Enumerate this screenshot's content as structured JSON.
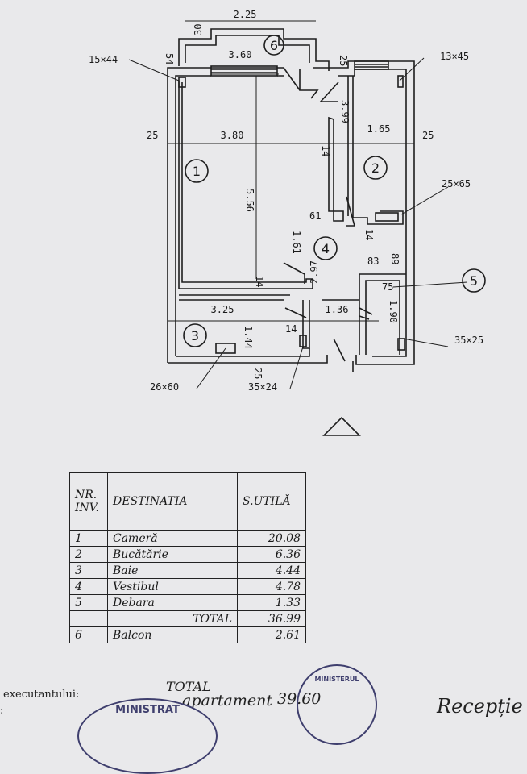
{
  "plan": {
    "dimensions": {
      "balcony_width": "2.25",
      "balcony_depth": "30",
      "wall_54": "54",
      "room1_top_width": "3.60",
      "corridor_25_top": "25",
      "vent_1": "15×44",
      "vent_2": "13×45",
      "left_25": "25",
      "room1_width": "3.80",
      "room2_width": "1.65",
      "right_25": "25",
      "corridor_length": "3.99",
      "wall_14_a": "14",
      "room1_length": "5.56",
      "vent_3": "25×65",
      "wall_61": "61",
      "vestibul_161": "1.61",
      "wall_14_b": "14",
      "vestibul_297": "2.97",
      "wall_83": "83",
      "wall_89": "89",
      "wall_14_c": "14",
      "debara_75": "75",
      "bath_width": "3.25",
      "vestibul_136": "1.36",
      "bath_length": "1.44",
      "wall_14_d": "14",
      "debara_190": "1.90",
      "bottom_25": "25",
      "vent_4": "26×60",
      "vent_5": "35×24",
      "vent_6": "35×25"
    },
    "rooms": [
      "1",
      "2",
      "3",
      "4",
      "5",
      "6"
    ]
  },
  "table": {
    "header_nr": "NR.",
    "header_inv": "INV.",
    "header_destinatia": "DESTINATIA",
    "header_sutila": "S.UTILĂ",
    "rows": [
      {
        "nr": "1",
        "name": "Cameră",
        "area": "20.08"
      },
      {
        "nr": "2",
        "name": "Bucătărie",
        "area": "6.36"
      },
      {
        "nr": "3",
        "name": "Baie",
        "area": "4.44"
      },
      {
        "nr": "4",
        "name": "Vestibul",
        "area": "4.78"
      },
      {
        "nr": "5",
        "name": "Debara",
        "area": "1.33"
      }
    ],
    "total_label": "TOTAL",
    "total_area": "36.99",
    "balcony": {
      "nr": "6",
      "name": "Balcon",
      "area": "2.61"
    }
  },
  "footer": {
    "total_label": "TOTAL",
    "apartament_label": "apartament",
    "apartament_total": "39.60",
    "executant": "executantului:",
    "colon": ":",
    "receptie": "Recepție",
    "stamp_text": "MINISTRAT",
    "stamp_right": "MINISTERUL"
  }
}
